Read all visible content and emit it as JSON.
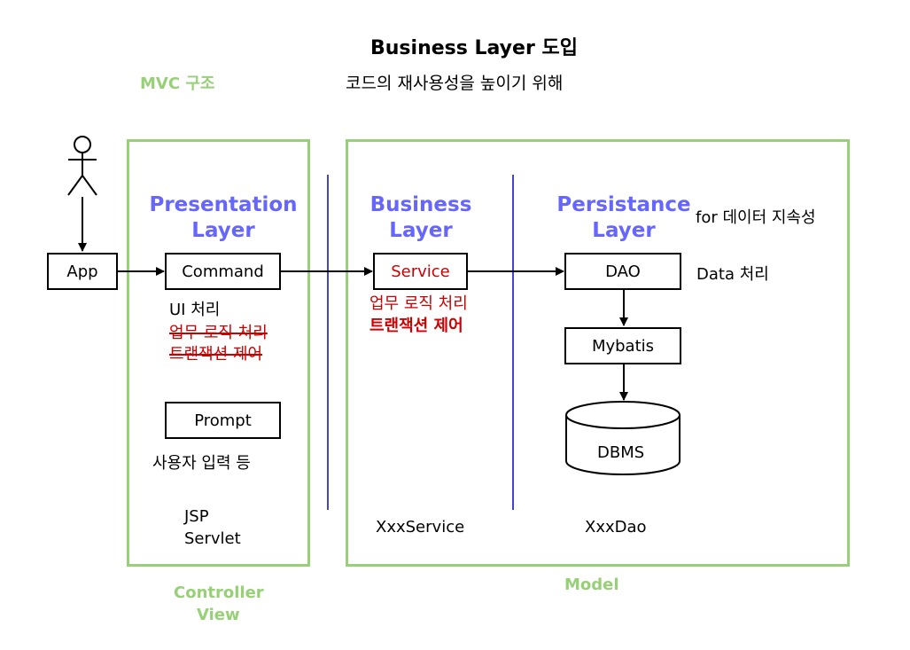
{
  "title": "Business Layer 도입",
  "subtitle": "코드의 재사용성을 높이기 위해",
  "mvc_label": "MVC 구조",
  "controller_label_line1": "Controller",
  "controller_label_line2": "View",
  "model_label": "Model",
  "layers": {
    "presentation": {
      "line1": "Presentation",
      "line2": "Layer"
    },
    "business": {
      "line1": "Business",
      "line2": "Layer"
    },
    "persistance": {
      "line1": "Persistance",
      "line2": "Layer"
    }
  },
  "persistance_note": "for 데이터 지속성",
  "dao_note": "Data 처리",
  "nodes": {
    "app": "App",
    "command": "Command",
    "service": "Service",
    "dao": "DAO",
    "mybatis": "Mybatis",
    "dbms": "DBMS",
    "prompt": "Prompt"
  },
  "presentation_notes": {
    "ui": "UI 처리",
    "logic_struck": "업무 로직 처리",
    "tx_struck": "트랜잭션 제어"
  },
  "business_notes": {
    "logic": "업무 로직 처리",
    "tx": "트랜잭션 제어"
  },
  "prompt_note": "사용자 입력 등",
  "jsp": "JSP",
  "servlet": "Servlet",
  "xxx_service": "XxxService",
  "xxx_dao": "XxxDao",
  "colors": {
    "green": "#97D077",
    "layer_title": "#6666FF",
    "red": "#CC0000",
    "divider": "#4444CC"
  }
}
